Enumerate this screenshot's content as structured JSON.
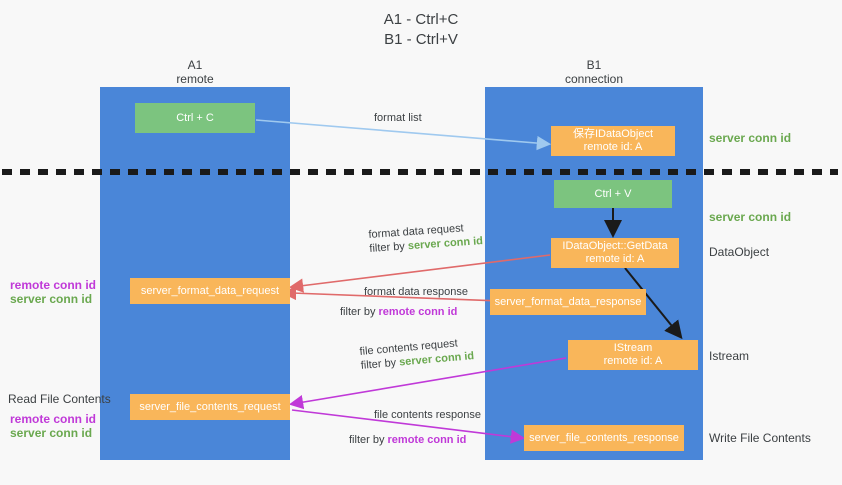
{
  "title": {
    "line1": "A1 - Ctrl+C",
    "line2": "B1 - Ctrl+V"
  },
  "columns": [
    {
      "name": "A1",
      "sub": "remote"
    },
    {
      "name": "B1",
      "sub": "connection"
    }
  ],
  "nodes": {
    "ctrl_c": "Ctrl + C",
    "ctrl_v": "Ctrl + V",
    "save_idataobject_l1": "保存IDataObject",
    "save_idataobject_l2": "remote id: A",
    "getdata_l1": "IDataObject::GetData",
    "getdata_l2": "remote id: A",
    "istream_l1": "IStream",
    "istream_l2": "remote id: A",
    "server_format_data_request": "server_format_data_request",
    "server_format_data_response": "server_format_data_response",
    "server_file_contents_request": "server_file_contents_request",
    "server_file_contents_response": "server_file_contents_response"
  },
  "edge_labels": {
    "format_list": "format list",
    "format_data_request": "format data request",
    "format_data_request_filter_prefix": "filter by ",
    "format_data_request_filter_value": "server conn id",
    "format_data_response": "format data response",
    "format_data_response_filter_prefix": "filter by ",
    "format_data_response_filter_value": "remote conn id",
    "file_contents_request": "file contents request",
    "file_contents_request_filter_prefix": "filter by ",
    "file_contents_request_filter_value": "server conn id",
    "file_contents_response": "file contents response",
    "file_contents_response_filter_prefix": "filter by ",
    "file_contents_response_filter_value": "remote conn id"
  },
  "right_labels": {
    "server_conn_id_top": "server conn id",
    "server_conn_id_mid": "server conn id",
    "dataobject": "DataObject",
    "istream": "Istream",
    "write_file_contents": "Write File Contents"
  },
  "left_labels": {
    "remote_conn_id_1": "remote conn id",
    "server_conn_id_1": "server conn id",
    "read_file_contents": "Read File Contents",
    "remote_conn_id_2": "remote conn id",
    "server_conn_id_2": "server conn id"
  },
  "colors": {
    "lane_blue": "#4a86d8",
    "node_green": "#7cc47f",
    "node_orange": "#f9b65a",
    "arrow_light_blue": "#9fc9ef",
    "arrow_red": "#e06a6a",
    "arrow_magenta": "#c039d8",
    "arrow_black": "#1a1a1a",
    "green_text": "#6aa84f",
    "purple_text": "#c039d8",
    "background": "#f8f8f8"
  }
}
